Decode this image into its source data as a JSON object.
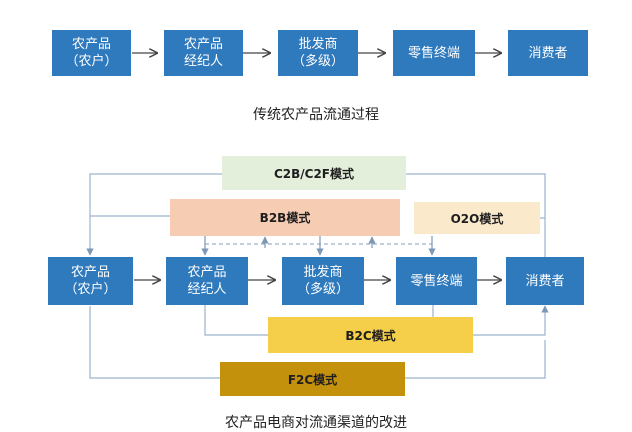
{
  "traditional": {
    "nodes": [
      {
        "label": "农产品\n（农户）"
      },
      {
        "label": "农产品\n经纪人"
      },
      {
        "label": "批发商\n（多级）"
      },
      {
        "label": "零售终端"
      },
      {
        "label": "消费者"
      }
    ],
    "caption": "传统农产品流通过程"
  },
  "ecommerce": {
    "nodes": [
      {
        "label": "农产品\n（农户）"
      },
      {
        "label": "农产品\n经纪人"
      },
      {
        "label": "批发商\n（多级）"
      },
      {
        "label": "零售终端"
      },
      {
        "label": "消费者"
      }
    ],
    "modes": {
      "c2b": {
        "label": "C2B/C2F模式",
        "color": "#e3efdb"
      },
      "b2b": {
        "label": "B2B模式",
        "color": "#f6ccb3"
      },
      "o2o": {
        "label": "O2O模式",
        "color": "#fbe9cc"
      },
      "b2c": {
        "label": "B2C模式",
        "color": "#f5cf4a"
      },
      "f2c": {
        "label": "F2C模式",
        "color": "#c4910c"
      }
    },
    "caption": "农产品电商对流通渠道的改进"
  },
  "colors": {
    "node": "#2f79bd",
    "line": "#9ab3cc",
    "arrow": "#444444"
  }
}
